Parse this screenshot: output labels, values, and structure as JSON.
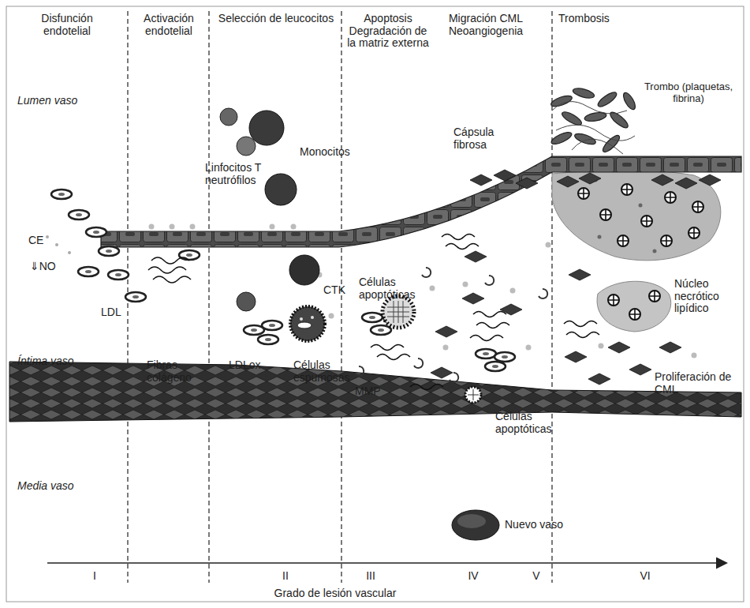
{
  "diagram": {
    "labels": [
      "Disfunción endotelial",
      "Activación endotelial",
      "Selección de leucocitos",
      "Apoptosis Degradación de la matriz externa",
      "Migración CML Neoangiogenia",
      "Trombosis",
      "Lumen vaso",
      "Trombo (plaquetas, fibrina)",
      "Cápsula fibrosa",
      "Linfocitos T neutrófilos",
      "Monocitos",
      "CE",
      "Células apoptóticas",
      "⇓NO",
      "CTK",
      "Núcleo necrótico lipídico",
      "LDL",
      "Íntima vaso",
      "Fibras colágeno",
      "LDLox",
      "Células espumosas",
      "MMP",
      "Células apoptóticas",
      "Proliferación de CML",
      "Media vaso",
      "Nuevo vaso",
      "I",
      "II",
      "III",
      "IV",
      "V",
      "VI",
      "Grado de lesión vascular"
    ]
  }
}
